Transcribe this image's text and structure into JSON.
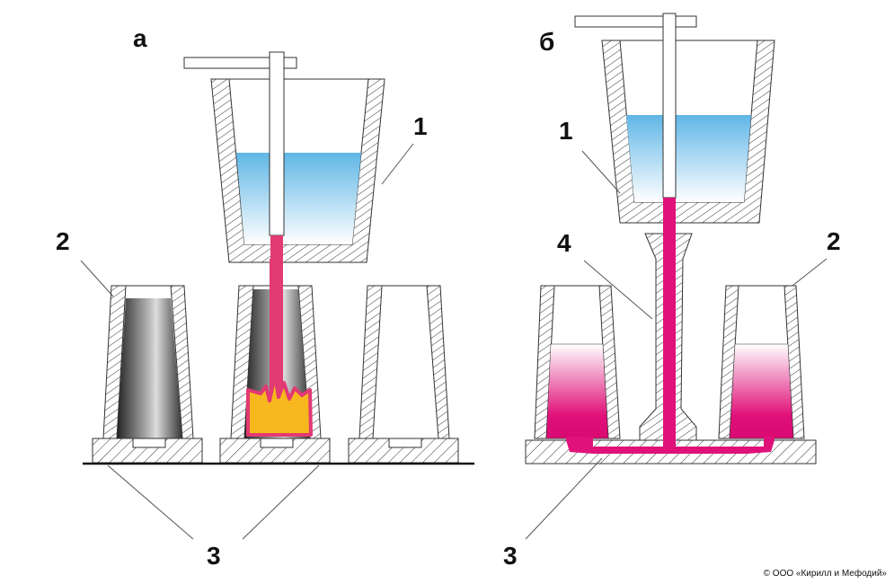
{
  "panel_a": {
    "label": "а",
    "callouts": {
      "ladle": "1",
      "mold": "2",
      "plate": "3"
    }
  },
  "panel_b": {
    "label": "б",
    "callouts": {
      "ladle": "1",
      "mold": "2",
      "plate": "3",
      "sprue": "4"
    }
  },
  "copyright": "© ООО «Кирилл и Мефодий»",
  "colors": {
    "metal_blue": "#5fb6e6",
    "metal_pink": "#e0127a",
    "jet_pink": "#e23a73",
    "flame": "#f6b81c"
  }
}
